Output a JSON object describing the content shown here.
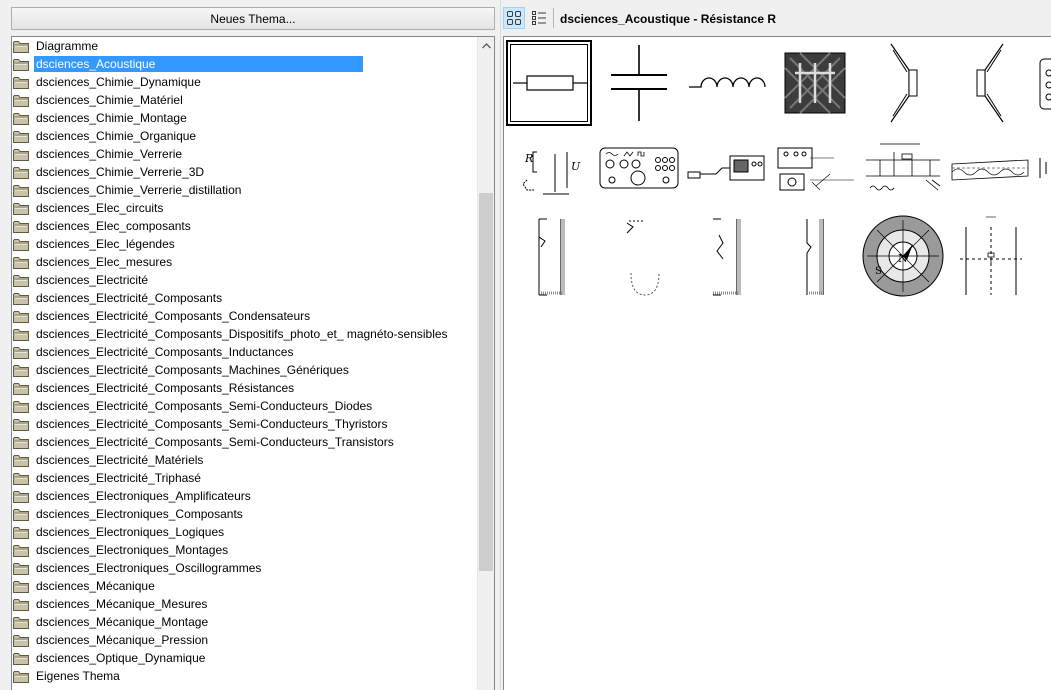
{
  "left_panel": {
    "new_theme_label": "Neues Thema...",
    "items": [
      {
        "label": "Diagramme",
        "selected": false
      },
      {
        "label": "dsciences_Acoustique",
        "selected": true
      },
      {
        "label": "dsciences_Chimie_Dynamique",
        "selected": false
      },
      {
        "label": "dsciences_Chimie_Matériel",
        "selected": false
      },
      {
        "label": "dsciences_Chimie_Montage",
        "selected": false
      },
      {
        "label": "dsciences_Chimie_Organique",
        "selected": false
      },
      {
        "label": "dsciences_Chimie_Verrerie",
        "selected": false
      },
      {
        "label": "dsciences_Chimie_Verrerie_3D",
        "selected": false
      },
      {
        "label": "dsciences_Chimie_Verrerie_distillation",
        "selected": false
      },
      {
        "label": "dsciences_Elec_circuits",
        "selected": false
      },
      {
        "label": "dsciences_Elec_composants",
        "selected": false
      },
      {
        "label": "dsciences_Elec_légendes",
        "selected": false
      },
      {
        "label": "dsciences_Elec_mesures",
        "selected": false
      },
      {
        "label": "dsciences_Electricité",
        "selected": false
      },
      {
        "label": "dsciences_Electricité_Composants",
        "selected": false
      },
      {
        "label": "dsciences_Electricité_Composants_Condensateurs",
        "selected": false
      },
      {
        "label": "dsciences_Electricité_Composants_Dispositifs_photo_et_ magnéto-sensibles",
        "selected": false
      },
      {
        "label": "dsciences_Electricité_Composants_Inductances",
        "selected": false
      },
      {
        "label": "dsciences_Electricité_Composants_Machines_Génériques",
        "selected": false
      },
      {
        "label": "dsciences_Electricité_Composants_Résistances",
        "selected": false
      },
      {
        "label": "dsciences_Electricité_Composants_Semi-Conducteurs_Diodes",
        "selected": false
      },
      {
        "label": "dsciences_Electricité_Composants_Semi-Conducteurs_Thyristors",
        "selected": false
      },
      {
        "label": "dsciences_Electricité_Composants_Semi-Conducteurs_Transistors",
        "selected": false
      },
      {
        "label": "dsciences_Electricité_Matériels",
        "selected": false
      },
      {
        "label": "dsciences_Electricité_Triphasé",
        "selected": false
      },
      {
        "label": "dsciences_Electroniques_Amplificateurs",
        "selected": false
      },
      {
        "label": "dsciences_Electroniques_Composants",
        "selected": false
      },
      {
        "label": "dsciences_Electroniques_Logiques",
        "selected": false
      },
      {
        "label": "dsciences_Electroniques_Montages",
        "selected": false
      },
      {
        "label": "dsciences_Electroniques_Oscillogrammes",
        "selected": false
      },
      {
        "label": "dsciences_Mécanique",
        "selected": false
      },
      {
        "label": "dsciences_Mécanique_Mesures",
        "selected": false
      },
      {
        "label": "dsciences_Mécanique_Montage",
        "selected": false
      },
      {
        "label": "dsciences_Mécanique_Pression",
        "selected": false
      },
      {
        "label": "dsciences_Optique_Dynamique",
        "selected": false
      },
      {
        "label": "Eigenes Thema",
        "selected": false
      }
    ]
  },
  "right_panel": {
    "title": "dsciences_Acoustique - Résistance R",
    "view_modes": [
      "grid-view-icon",
      "list-view-icon"
    ],
    "thumbnails": [
      {
        "name": "resistor-symbol-thumb",
        "selected": true
      },
      {
        "name": "capacitor-symbol-thumb",
        "selected": false
      },
      {
        "name": "inductor-symbol-thumb",
        "selected": false
      },
      {
        "name": "microphone-texture-thumb",
        "selected": false
      },
      {
        "name": "loudspeaker-left-thumb",
        "selected": false
      },
      {
        "name": "loudspeaker-right-thumb",
        "selected": false
      },
      {
        "name": "device-partial-thumb",
        "selected": false
      },
      {
        "name": "rc-circuit-thumb",
        "selected": false
      },
      {
        "name": "signal-generator-thumb",
        "selected": false
      },
      {
        "name": "microphone-oscilloscope-thumb",
        "selected": false
      },
      {
        "name": "measurement-setup-thumb",
        "selected": false
      },
      {
        "name": "circuit-schematic-thumb",
        "selected": false
      },
      {
        "name": "wave-tube-thumb",
        "selected": false
      },
      {
        "name": "wave-tube-partial-thumb",
        "selected": false
      },
      {
        "name": "tube-pipe-1-thumb",
        "selected": false
      },
      {
        "name": "tube-pipe-2-thumb",
        "selected": false
      },
      {
        "name": "tube-pipe-3-thumb",
        "selected": false
      },
      {
        "name": "tube-pipe-4-thumb",
        "selected": false
      },
      {
        "name": "compass-disc-thumb",
        "selected": false
      },
      {
        "name": "field-diagram-thumb",
        "selected": false
      }
    ],
    "compass_labels": {
      "north": "N",
      "south": "S"
    },
    "circuit_labels": {
      "r": "R",
      "u": "U"
    }
  },
  "colors": {
    "selection": "#3399ff",
    "folder": "#c8c3a8"
  }
}
